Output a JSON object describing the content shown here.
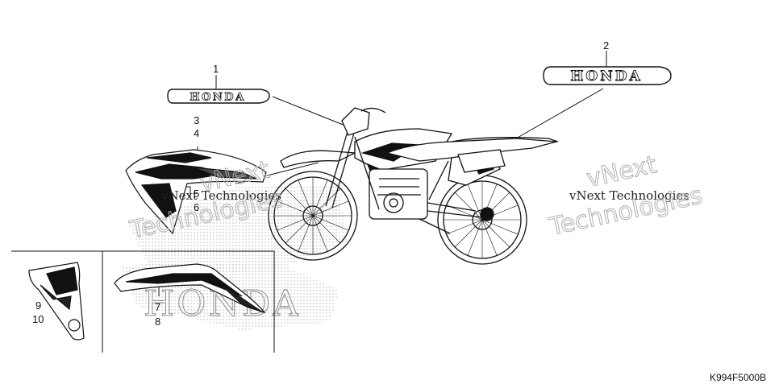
{
  "callouts": {
    "c1": "1",
    "c2": "2",
    "c3": "3",
    "c4": "4",
    "c5": "5",
    "c6": "6",
    "c7": "7",
    "c8": "8",
    "c9": "9",
    "c10": "10"
  },
  "emblems": {
    "small": "HONDA",
    "large": "HONDA",
    "background": "HONDA"
  },
  "watermarks": {
    "brand_line": "vNext Technologies",
    "brand_first": "vNext",
    "brand_second": "Technologies"
  },
  "diagram_code": "K994F5000B",
  "colors": {
    "ink": "#111111",
    "watermark": "#aaaaaa",
    "dot_pattern": "#9a9a9a"
  }
}
